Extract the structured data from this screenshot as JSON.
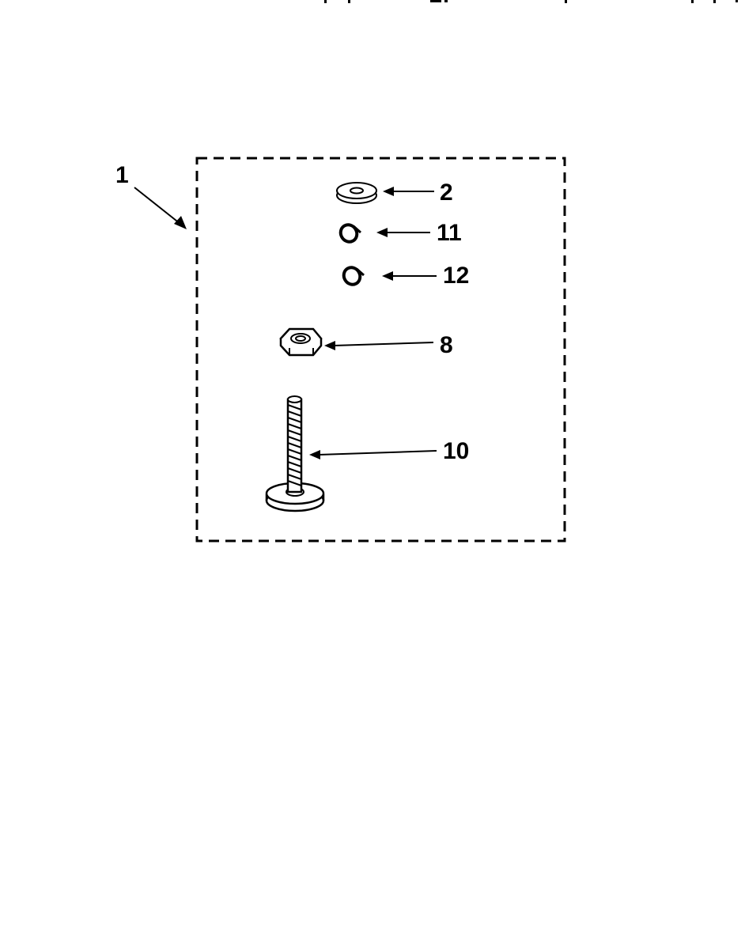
{
  "diagram": {
    "kit_label": "1",
    "parts": [
      {
        "id": "washer",
        "label": "2",
        "icon": "flat-washer-icon"
      },
      {
        "id": "clip-a",
        "label": "11",
        "icon": "clip-ring-icon"
      },
      {
        "id": "clip-b",
        "label": "12",
        "icon": "clip-ring-icon"
      },
      {
        "id": "nut",
        "label": "8",
        "icon": "hex-nut-icon"
      },
      {
        "id": "bolt",
        "label": "10",
        "icon": "leveling-bolt-icon"
      }
    ]
  },
  "colors": {
    "ink": "#000000",
    "background": "#ffffff"
  }
}
